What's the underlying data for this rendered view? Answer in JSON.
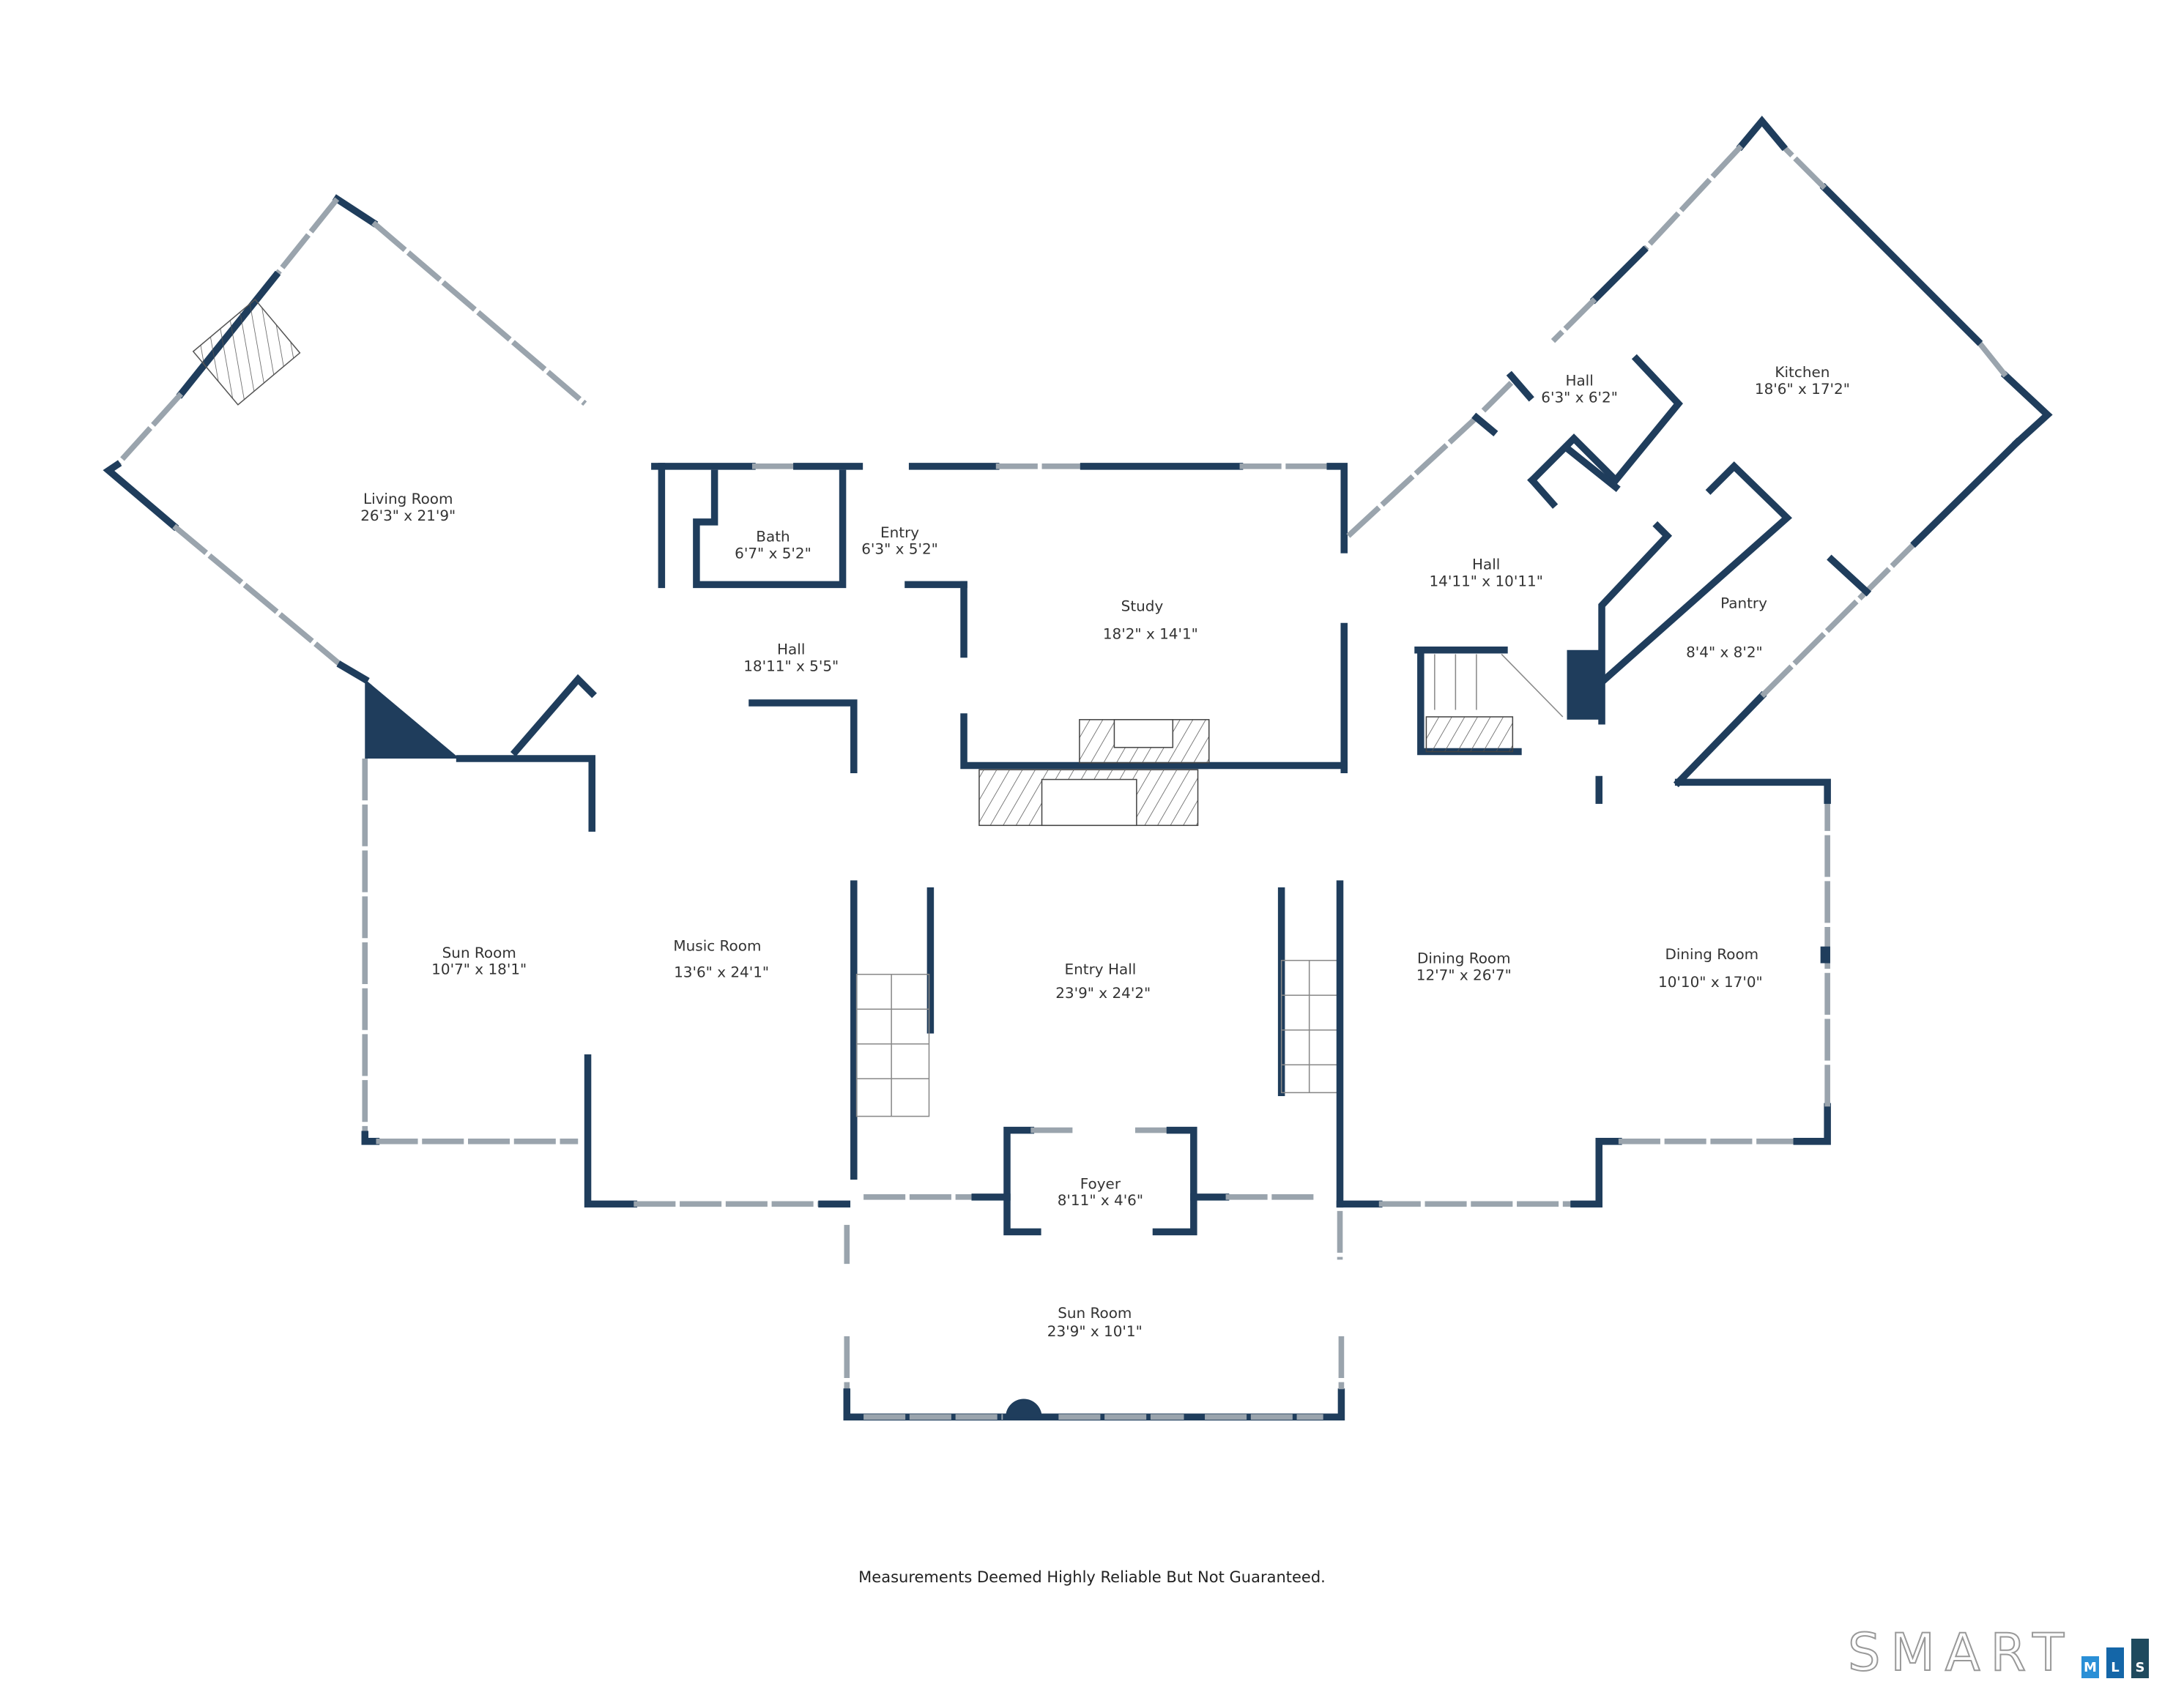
{
  "rooms": {
    "living_room": {
      "name": "Living Room",
      "size": "26'3\" x 21'9\""
    },
    "bath": {
      "name": "Bath",
      "size": "6'7\" x 5'2\""
    },
    "entry": {
      "name": "Entry",
      "size": "6'3\" x 5'2\""
    },
    "hall_center": {
      "name": "Hall",
      "size": "18'11\" x 5'5\""
    },
    "study": {
      "name": "Study",
      "size": "18'2\" x 14'1\""
    },
    "hall_small": {
      "name": "Hall",
      "size": "6'3\" x 6'2\""
    },
    "kitchen": {
      "name": "Kitchen",
      "size": "18'6\" x 17'2\""
    },
    "hall_right": {
      "name": "Hall",
      "size": "14'11\" x 10'11\""
    },
    "pantry": {
      "name": "Pantry",
      "size": "8'4\" x 8'2\""
    },
    "sun_room_left": {
      "name": "Sun Room",
      "size": "10'7\" x 18'1\""
    },
    "music_room": {
      "name": "Music Room",
      "size": "13'6\" x 24'1\""
    },
    "entry_hall": {
      "name": "Entry Hall",
      "size": "23'9\" x 24'2\""
    },
    "dining_room_1": {
      "name": "Dining Room",
      "size": "12'7\" x 26'7\""
    },
    "dining_room_2": {
      "name": "Dining Room",
      "size": "10'10\" x 17'0\""
    },
    "foyer": {
      "name": "Foyer",
      "size": "8'11\" x 4'6\""
    },
    "sun_room_bottom": {
      "name": "Sun Room",
      "size": "23'9\" x 10'1\""
    }
  },
  "footer": {
    "disclaimer": "Measurements Deemed Highly Reliable But Not Guaranteed."
  },
  "logo": {
    "word": "SMART",
    "letters": [
      "M",
      "L",
      "S"
    ],
    "colors": [
      "#2a8fd6",
      "#1466a8",
      "#1f4a5e"
    ]
  },
  "colors": {
    "wall": "#1f3d5c"
  }
}
